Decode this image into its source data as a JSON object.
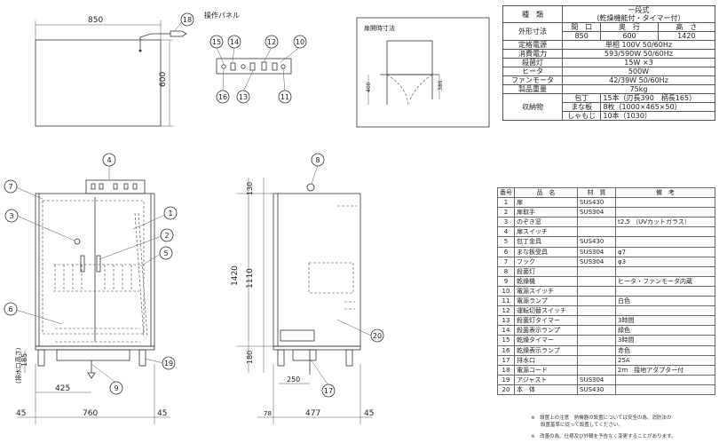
{
  "dims": {
    "top_width": "850",
    "top_depth": "600",
    "front_height_outer": "1420",
    "front_height_inner": "1110",
    "front_top": "130",
    "front_bottom": "180",
    "leg_height": "185",
    "leg_label": "(排水口高さ)",
    "drain_offset": "425",
    "front_width": "760",
    "front_side_left": "45",
    "front_side_right": "45",
    "side_left": "78",
    "side_mid": "477",
    "side_right": "45",
    "side_cord": "250"
  },
  "panel_title": "操作パネル",
  "door_box": {
    "title": "扉開時寸法",
    "left": "400",
    "right": "380"
  },
  "callouts": [
    "1",
    "2",
    "3",
    "4",
    "5",
    "6",
    "7",
    "8",
    "9",
    "10",
    "11",
    "12",
    "13",
    "14",
    "15",
    "16",
    "17",
    "18",
    "19",
    "20"
  ],
  "spec": {
    "r0": [
      "種　類",
      "一段式\n（乾燥機能付・タイマー付）"
    ],
    "r1_label": "外形寸法",
    "r1_heads": [
      "間　口",
      "奥　行",
      "高　さ"
    ],
    "r1_vals": [
      "850",
      "600",
      "1420"
    ],
    "rows": [
      [
        "定格電源",
        "単相 100V 50/60Hz"
      ],
      [
        "消費電力",
        "593/590W 50/60Hz"
      ],
      [
        "殺菌灯",
        "15W ×3"
      ],
      [
        "ヒータ",
        "500W"
      ],
      [
        "ファンモータ",
        "42/39W 50/60Hz"
      ],
      [
        "製品重量",
        "75kg"
      ]
    ],
    "storage_label": "収納物",
    "storage": [
      [
        "包丁",
        "15本（刃長390　柄長165）"
      ],
      [
        "まな板",
        "8枚（1000×465×50）"
      ],
      [
        "しゃもじ",
        "10本（1030）"
      ]
    ]
  },
  "parts": {
    "heads": [
      "番号",
      "品　名",
      "材　質",
      "備　考"
    ],
    "rows": [
      [
        "1",
        "扉",
        "SUS430",
        ""
      ],
      [
        "2",
        "扉取手",
        "SUS304",
        ""
      ],
      [
        "3",
        "のぞき窓",
        "",
        "t2.5 （UVカットガラス）"
      ],
      [
        "4",
        "扉スイッチ",
        "",
        ""
      ],
      [
        "5",
        "包丁金具",
        "SUS430",
        ""
      ],
      [
        "6",
        "まな板受具",
        "SUS304",
        "φ7"
      ],
      [
        "7",
        "フック",
        "SUS304",
        "φ3"
      ],
      [
        "8",
        "殺菌灯",
        "",
        ""
      ],
      [
        "9",
        "乾燥機",
        "",
        "ヒータ・ファンモータ内蔵"
      ],
      [
        "10",
        "電源スイッチ",
        "",
        ""
      ],
      [
        "11",
        "電源ランプ",
        "",
        "白色"
      ],
      [
        "12",
        "運転切替スイッチ",
        "",
        ""
      ],
      [
        "13",
        "殺菌灯タイマー",
        "",
        "3時間"
      ],
      [
        "14",
        "殺菌表示ランプ",
        "",
        "緑色"
      ],
      [
        "15",
        "乾燥タイマー",
        "",
        "3時間"
      ],
      [
        "16",
        "乾燥表示ランプ",
        "",
        "赤色"
      ],
      [
        "17",
        "排水口",
        "",
        "25A"
      ],
      [
        "18",
        "電源コード",
        "",
        "2m　接地アダプター付"
      ],
      [
        "19",
        "アジャスト",
        "SUS304",
        ""
      ],
      [
        "20",
        "本　体",
        "SUS430",
        ""
      ]
    ]
  },
  "notes": [
    "※　設置上の注意　熱機器の設置については安全の為、消防法の",
    "　　設置基準に従って設置してください。",
    "※　改善の為、仕様及び外観を予告なく変更することがあります。"
  ]
}
